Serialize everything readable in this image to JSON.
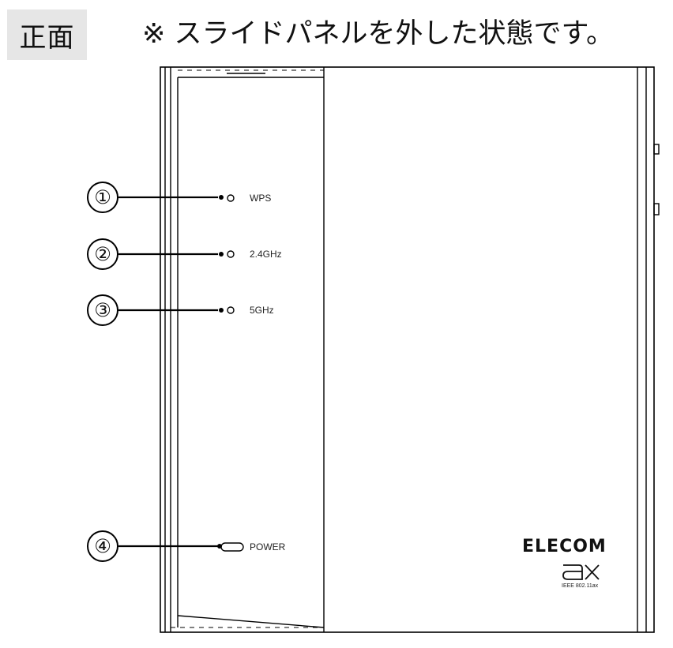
{
  "header": {
    "badge_label": "正面",
    "title": "※ スライドパネルを外した状態です。"
  },
  "device": {
    "brand": "ELECOM",
    "standard": "IEEE 802.11ax"
  },
  "callouts": [
    {
      "number": "①",
      "label": "WPS"
    },
    {
      "number": "②",
      "label": "2.4GHz"
    },
    {
      "number": "③",
      "label": "5GHz"
    },
    {
      "number": "④",
      "label": "POWER"
    }
  ]
}
